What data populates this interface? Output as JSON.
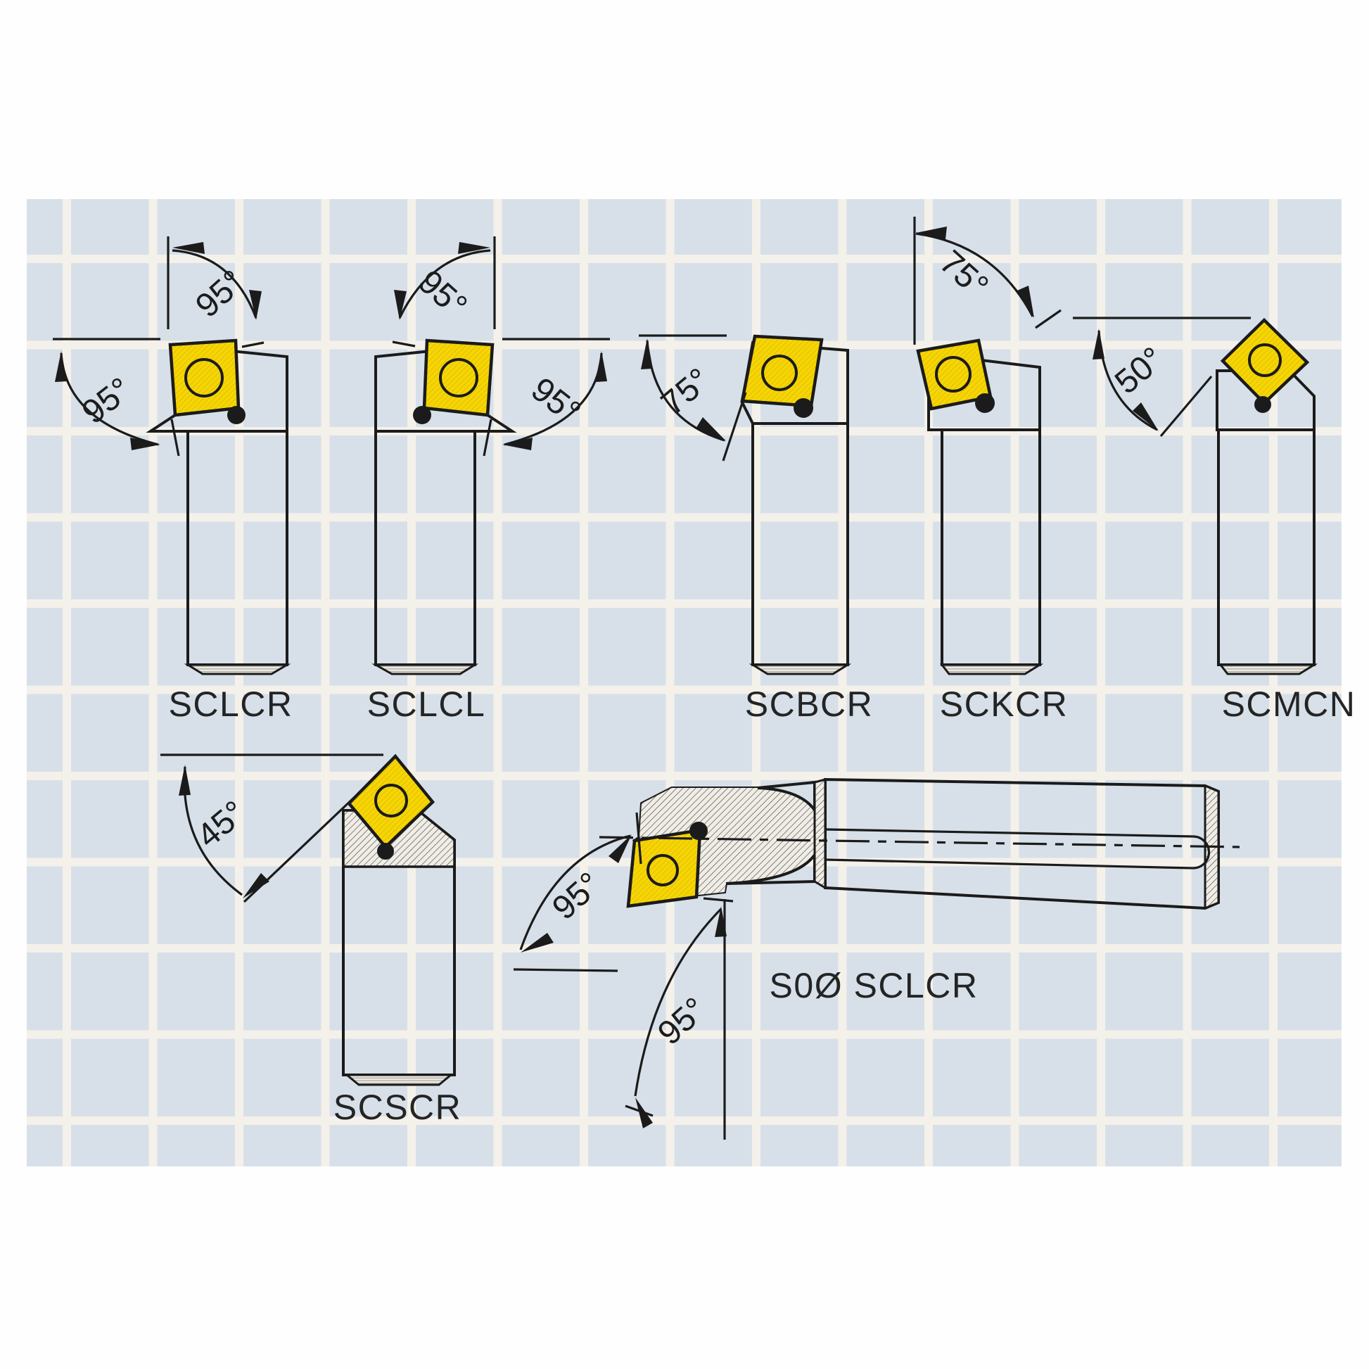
{
  "figure": {
    "description": "Lathe indexable turning tool holders diagram on grid paper",
    "paper_color": "#d7e0e9",
    "grid_line_color": "#f4f1ea",
    "insert_color": "#f6d504",
    "body_color": "#f2efe8",
    "line_color": "#1b1b1b"
  },
  "tools": [
    {
      "id": "sclcr",
      "label": "SCLCR",
      "angles": {
        "top": "95°",
        "side": "95°"
      }
    },
    {
      "id": "sclcl",
      "label": "SCLCL",
      "angles": {
        "top": "95°",
        "side": "95°"
      }
    },
    {
      "id": "scbcr",
      "label": "SCBCR",
      "angles": {
        "side": "75°"
      }
    },
    {
      "id": "sckcr",
      "label": "SCKCR",
      "angles": {
        "top": "75°"
      }
    },
    {
      "id": "scmcn",
      "label": "SCMCN",
      "angles": {
        "side": "50°"
      }
    },
    {
      "id": "scscr",
      "label": "SCSCR",
      "angles": {
        "side": "45°"
      }
    },
    {
      "id": "s00sclcr",
      "label": "S0Ø SCLCR",
      "angles": {
        "top": "95°",
        "side": "95°"
      }
    }
  ]
}
